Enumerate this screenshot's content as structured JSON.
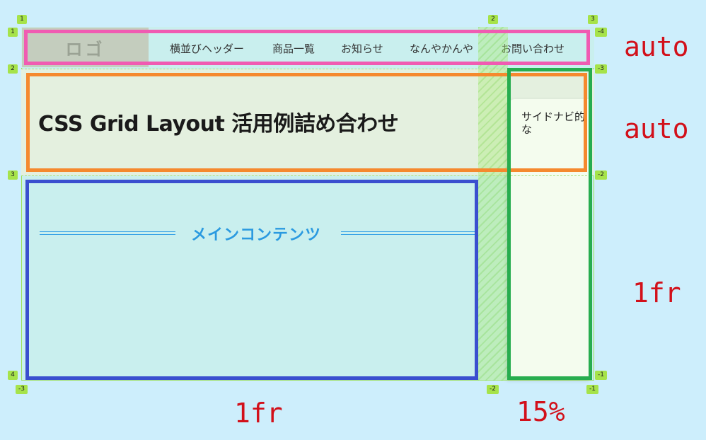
{
  "header": {
    "logo": "ロゴ",
    "nav": [
      "横並びヘッダー",
      "商品一覧",
      "お知らせ",
      "なんやかんや",
      "お問い合わせ"
    ]
  },
  "title": "CSS Grid Layout 活用例詰め合わせ",
  "sidenav": "サイドナビ的な",
  "main_heading": "メインコンテンツ",
  "row_sizes": [
    "auto",
    "auto",
    "1fr"
  ],
  "column_sizes": [
    "1fr",
    "15%"
  ],
  "grid_line_numbers": {
    "column_top": [
      "1",
      "2",
      "3"
    ],
    "column_bottom": [
      "-3",
      "-2",
      "-1"
    ],
    "row_left": [
      "1",
      "2",
      "3",
      "4"
    ],
    "row_right": [
      "-4",
      "-3",
      "-2",
      "-1"
    ]
  },
  "colors": {
    "background": "#cdeefc",
    "header_outline": "#f05bb2",
    "title_outline": "#f5892e",
    "main_outline": "#3a4fcf",
    "sidenav_outline": "#27ad4f",
    "size_labels": "#d2101a",
    "grid_line_badge": "#a6e34a"
  }
}
